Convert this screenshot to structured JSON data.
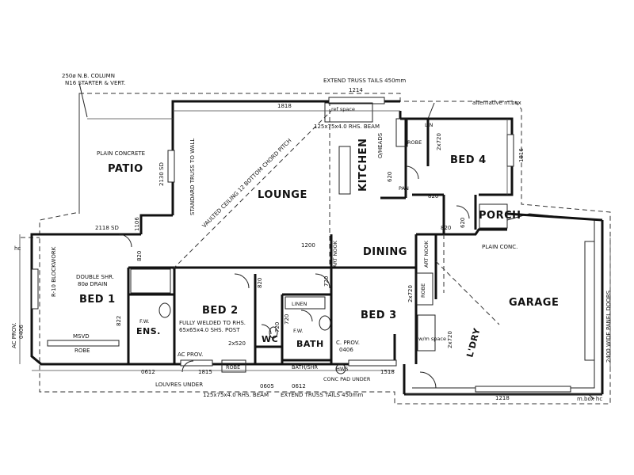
{
  "rooms": {
    "patio": "PATIO",
    "lounge": "LOUNGE",
    "kitchen": "KITCHEN",
    "bed4": "BED 4",
    "porch": "PORCH",
    "dining": "DINING",
    "bed1": "BED 1",
    "bed2": "BED 2",
    "bed3": "BED 3",
    "garage": "GARAGE",
    "ens": "ENS.",
    "wc": "WC",
    "bath": "BATH",
    "ldry": "L'DRY"
  },
  "notes": {
    "column_1": "250ø N.B. COLUMN",
    "column_2": "N16 STARTER & VERT.",
    "extend_truss_top": "EXTEND TRUSS TAILS 450mm",
    "extend_truss_bottom": "EXTEND TRUSS TAILS 450mm",
    "plain_concrete": "PLAIN CONCRETE",
    "plain_conc": "PLAIN CONC.",
    "standard_truss": "STANDARD TRUSS TO WALL",
    "vaulted_ceiling": "VAULTED CEILING 12 BOTTOM CHORD PITCH",
    "rhs_beam_top": "125x75x4.0 RHS. BEAM",
    "rhs_beam_bottom": "125x75x4.0 RHS. BEAM",
    "alt_mbox": "alternative m.box",
    "mbox_hc": "m.box hc",
    "oheads": "O/HEADS",
    "ref_space": "ref space",
    "robe": "ROBE",
    "pan": "PAN",
    "lin": "LIN",
    "blockwork": "R-10 BLOCKWORK",
    "double_shr": "DOUBLE SHR.",
    "drain": "80ø DRAIN",
    "msvd": "MSVD",
    "fw": "F.W.",
    "ac_prov": "AC PROV.",
    "ac_prov_dim": "0406",
    "c_prov": "C. PROV.",
    "c_prov_dim": "0406",
    "fully_welded_1": "FULLY WELDED TO RHS.",
    "fully_welded_2": "65x65x4.0 SHS. POST",
    "art_nook": "ART NOOK",
    "linen": "LINEN",
    "bath_shr": "BATH/SHR",
    "louvres": "LOUVRES UNDER",
    "conc_pad": "CONC PAD UNDER",
    "hws": "HWS",
    "wm_space": "w/m space",
    "panel_doors": "2400 WIDE PANEL DOORS",
    "hc": "hc",
    "sd": "SD"
  },
  "dims": {
    "d1818": "1818",
    "d1214": "1214",
    "d1816": "1816",
    "d2130": "2130 SD",
    "d2118": "2118 SD",
    "d1106": "1106",
    "d1200": "1200",
    "d820_a": "820",
    "d820_b": "820",
    "d820_c": "820",
    "d820_d": "820",
    "d820_e": "820",
    "d822": "822",
    "d720_a": "720",
    "d720_b": "720",
    "d720_c": "720",
    "d2x520": "2x520",
    "d0612_a": "0612",
    "d1815": "1815",
    "d0605": "0605",
    "d0612_b": "0612",
    "d1518": "1518",
    "d1218": "1218",
    "d2720_a": "2x720",
    "d2720_b": "2x720",
    "d2720_c": "2x720",
    "d620": "620",
    "d620b": "620"
  }
}
